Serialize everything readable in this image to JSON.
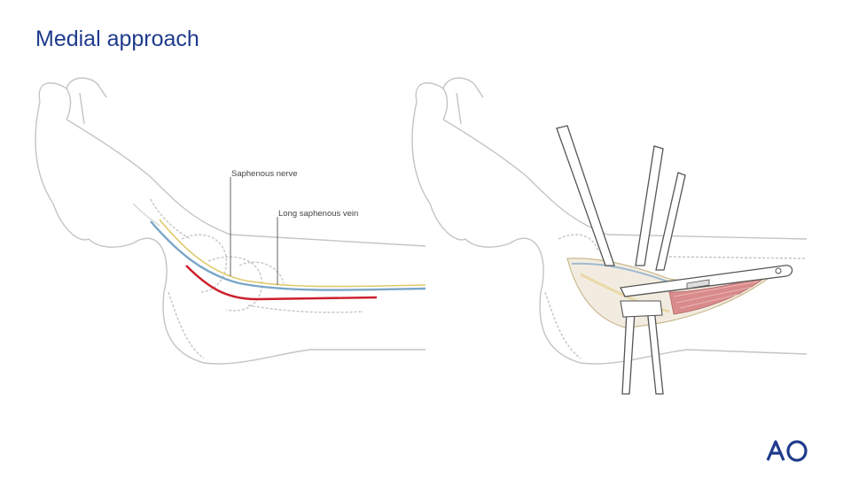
{
  "slide": {
    "title": "Medial approach"
  },
  "left_figure": {
    "labels": {
      "nerve": "Saphenous nerve",
      "vein": "Long saphenous vein"
    },
    "colors": {
      "incision": "#cc1f2b",
      "nerve": "#e0c96a",
      "vein": "#7aa6c8",
      "outline": "#bdbdbd"
    }
  },
  "right_figure": {
    "colors": {
      "retractor": "#555555",
      "muscle": "#d98b8b",
      "fat": "#e9d9a8",
      "tendon": "#9fb9d0"
    }
  },
  "logo": {
    "text": "AO",
    "color": "#1f3b8c"
  }
}
